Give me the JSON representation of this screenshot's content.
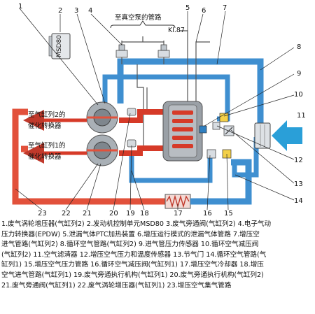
{
  "diagram": {
    "callout_numbers": {
      "n1": "1",
      "n2": "2",
      "n3": "3",
      "n4": "4",
      "n5": "5",
      "n6": "6",
      "n7": "7",
      "n8": "8",
      "n9": "9",
      "n10": "10",
      "n11": "11",
      "n12": "12",
      "n13": "13",
      "n14": "14",
      "n15": "15",
      "n16": "16",
      "n17": "17",
      "n18": "18",
      "n19": "19",
      "n20": "20",
      "n21": "21",
      "n22": "22",
      "n23": "23"
    },
    "vacuum_pump_label": "至真空泵的管路",
    "kl87_label": "Kl.87",
    "ecu_label": "MSD80",
    "cat2_line1": "至气缸列2的",
    "cat2_line2": "催化转换器",
    "cat1_line1": "至气缸列1的",
    "cat1_line2": "催化转换器",
    "colors": {
      "hot_air": "#e2513b",
      "cool_air": "#3f8fd0",
      "engine_gray": "#9aa0a6",
      "inlet_arrow": "#2a9fd8"
    }
  },
  "caption": {
    "line1": "1.废气涡轮增压器(气缸列2)   2.发动机控制单元MSD80   3.废气旁通阀(气缸列2)   4.电子气动",
    "line2": "压力转换器(EPDW)   5.泄漏气体PTC加热装置   6.增压运行模式的泄漏气体管路   7.增压空",
    "line3": "进气管路(气缸列2)   8.循环空气管路(气缸列2)   9.进气管压力传感器   10.循环空气减压阀",
    "line4": "(气缸列2)   11.空气滤清器   12.增压空气压力和温度传感器   13.节气门   14.循环空气管路(气",
    "line5": "缸列1)   15.增压空气压力管路   16.循环空气减压阀(气缸列1)   17.增压空气冷却器   18.增压",
    "line6": "空气进气管路(气缸列1)   19.废气旁通执行机构(气缸列1)   20.废气旁通执行机构(气缸列2)",
    "line7": "21.废气旁通阀(气缸列1)   22.废气涡轮增压器(气缸列1)   23.增压空气集气管路"
  }
}
